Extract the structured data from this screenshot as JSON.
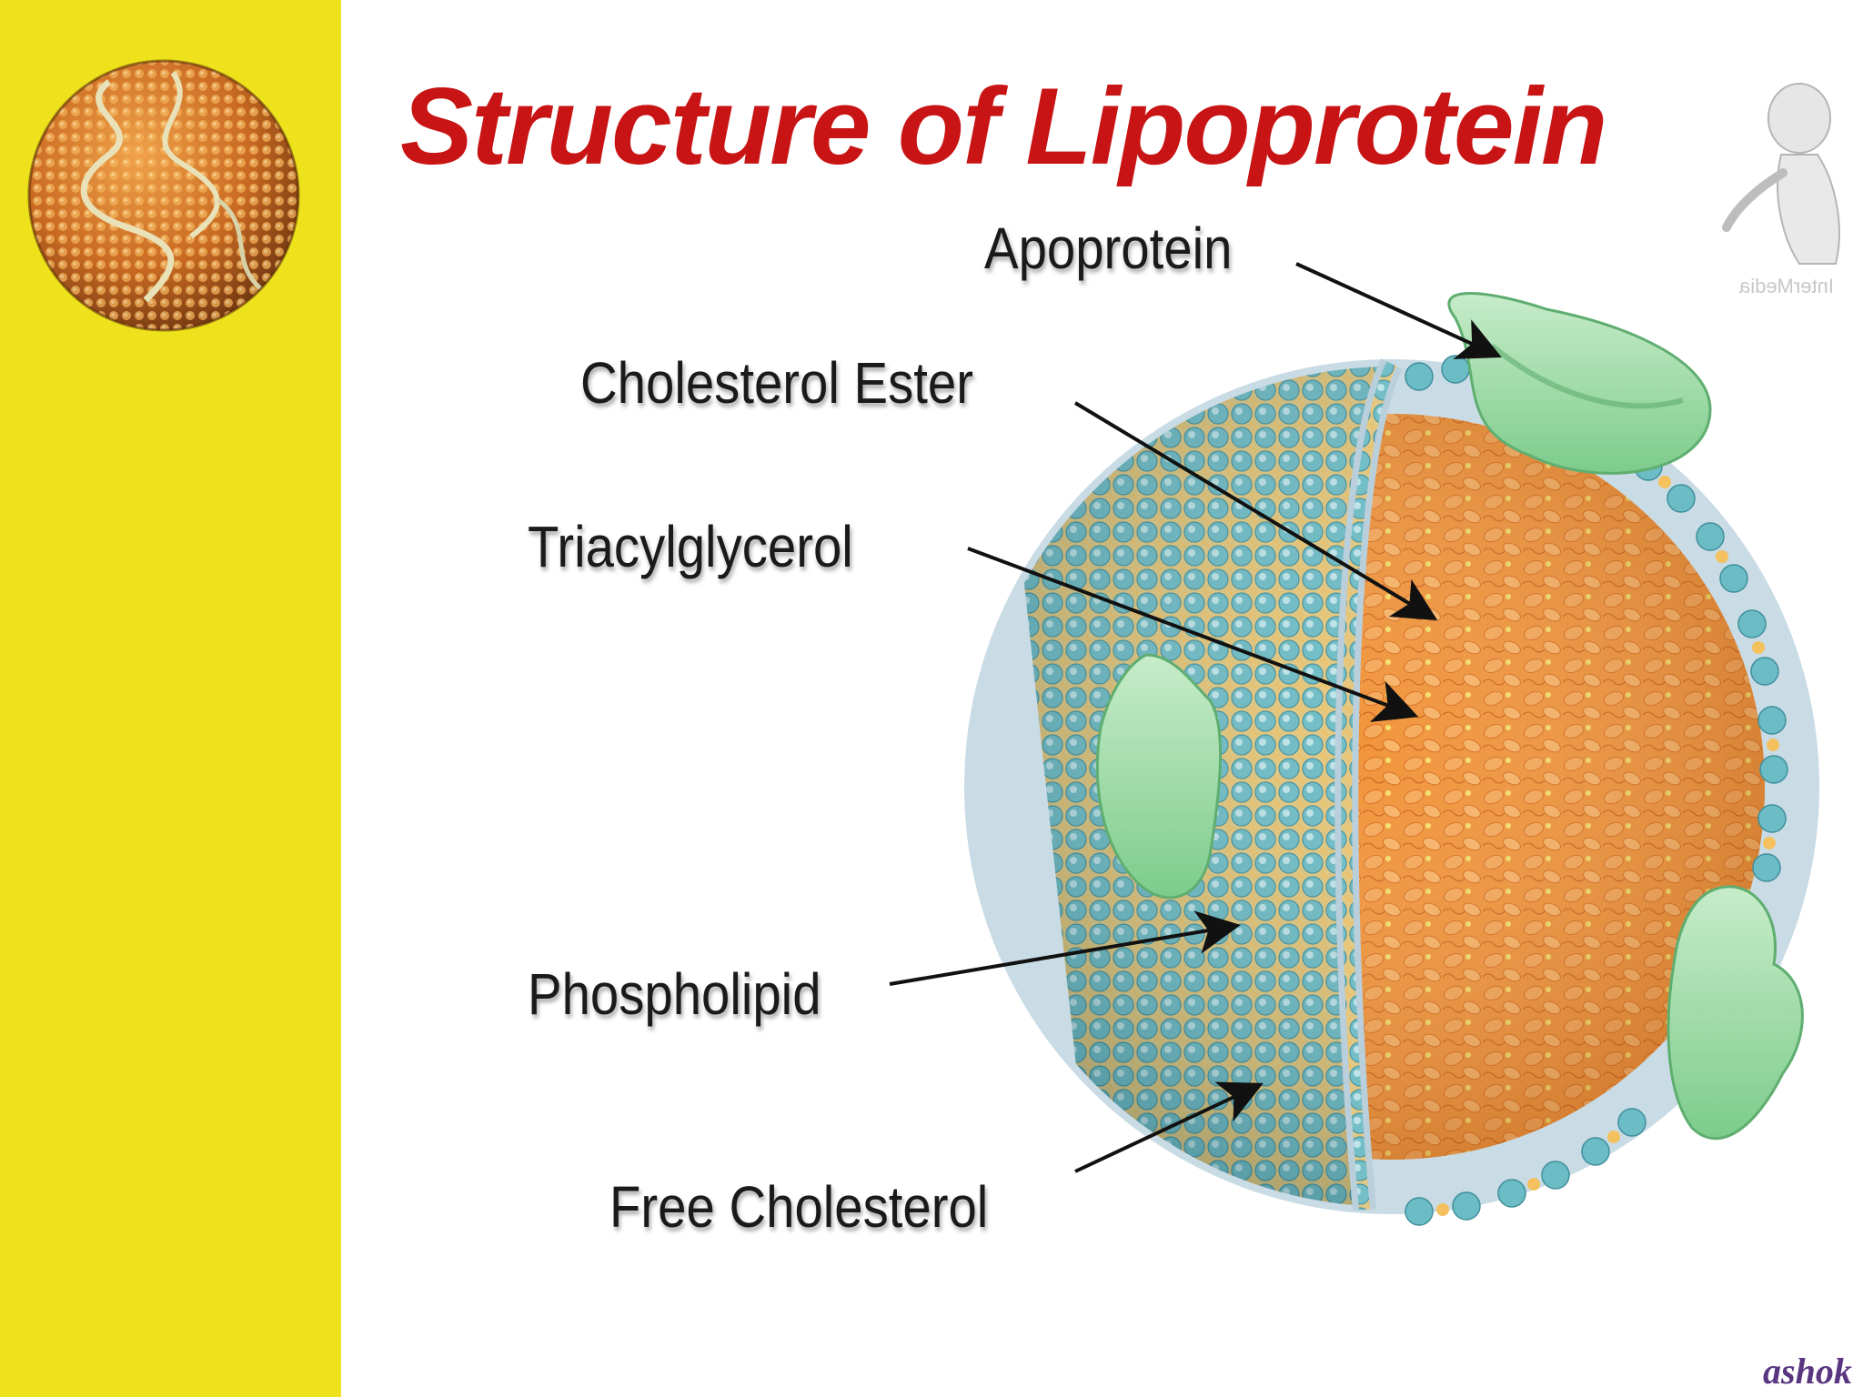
{
  "slide": {
    "title": "Structure of Lipoprotein",
    "accent_color": "#c81414",
    "sidebar_color": "#ede21b"
  },
  "labels": {
    "apoprotein": "Apoprotein",
    "cholesterol_ester": "Cholesterol Ester",
    "triacylglycerol": "Triacylglycerol",
    "phospholipid": "Phospholipid",
    "free_cholesterol": "Free Cholesterol"
  },
  "watermark": {
    "text": "InterMedia"
  },
  "signature": {
    "text": "ashok"
  }
}
